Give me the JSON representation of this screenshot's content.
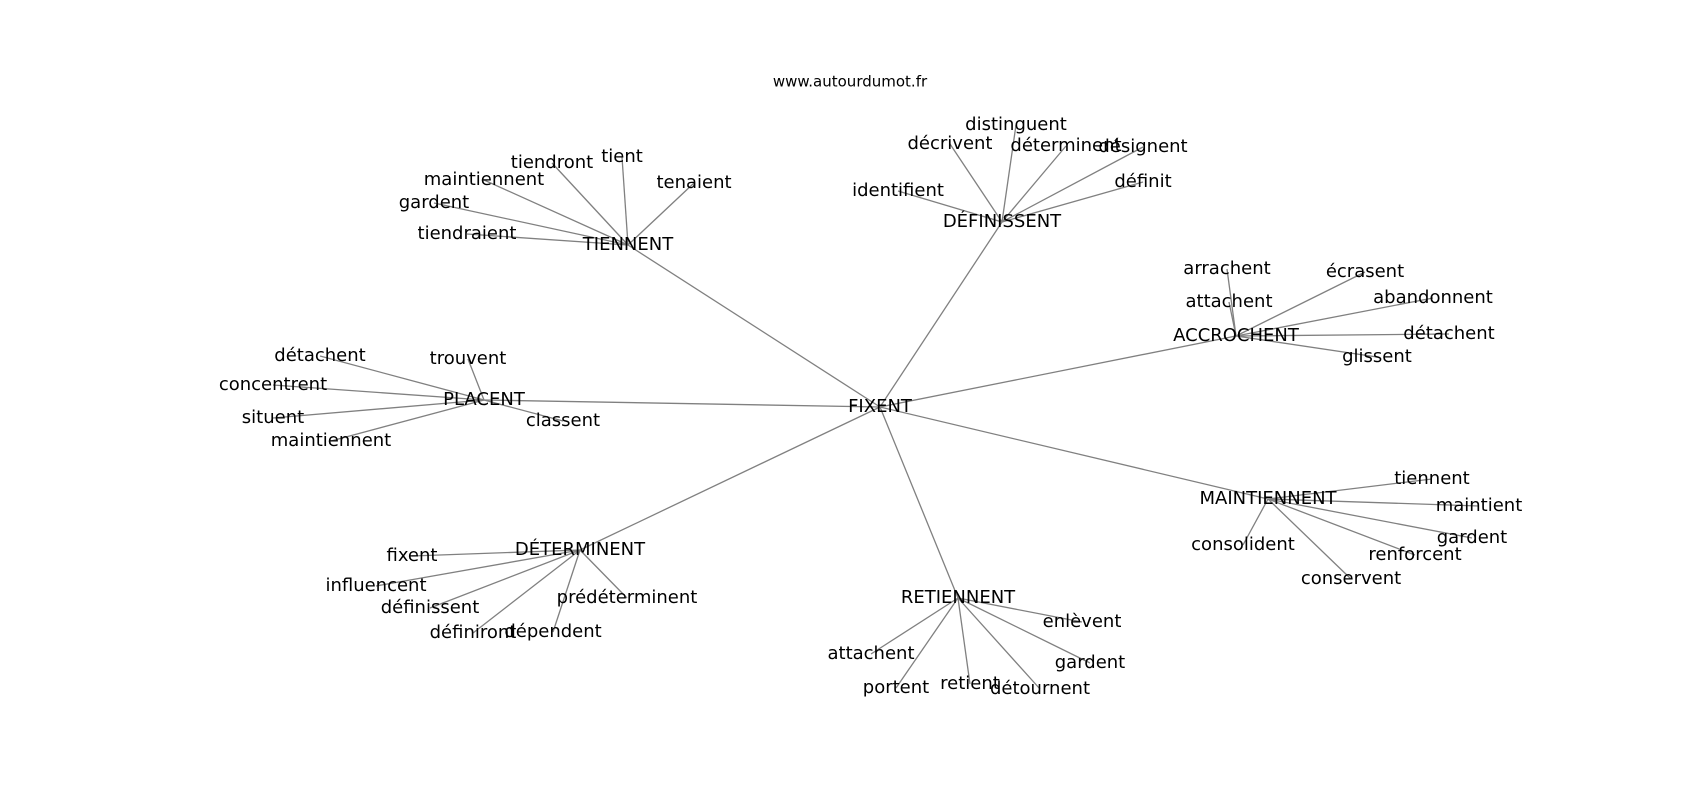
{
  "source": "www.autourdumot.fr",
  "center": {
    "id": "fixent",
    "label": "FIXENT"
  },
  "hubs": [
    {
      "id": "tiennent",
      "label": "TIENNENT",
      "leaves": [
        {
          "id": "tiendront",
          "label": "tiendront"
        },
        {
          "id": "tient",
          "label": "tient"
        },
        {
          "id": "tenaient",
          "label": "tenaient"
        },
        {
          "id": "maintiennent",
          "label": "maintiennent"
        },
        {
          "id": "gardent",
          "label": "gardent"
        },
        {
          "id": "tiendraient",
          "label": "tiendraient"
        }
      ]
    },
    {
      "id": "definissent",
      "label": "DÉFINISSENT",
      "leaves": [
        {
          "id": "distinguent",
          "label": "distinguent"
        },
        {
          "id": "decrivent",
          "label": "décrivent"
        },
        {
          "id": "determinent",
          "label": "déterminent"
        },
        {
          "id": "designent",
          "label": "désignent"
        },
        {
          "id": "identifient",
          "label": "identifient"
        },
        {
          "id": "definit",
          "label": "définit"
        }
      ]
    },
    {
      "id": "accrochent",
      "label": "ACCROCHENT",
      "leaves": [
        {
          "id": "arrachent",
          "label": "arrachent"
        },
        {
          "id": "ecrasent",
          "label": "écrasent"
        },
        {
          "id": "attachent",
          "label": "attachent"
        },
        {
          "id": "abandonnent",
          "label": "abandonnent"
        },
        {
          "id": "detachent",
          "label": "détachent"
        },
        {
          "id": "glissent",
          "label": "glissent"
        }
      ]
    },
    {
      "id": "placent",
      "label": "PLACENT",
      "leaves": [
        {
          "id": "detachent",
          "label": "détachent"
        },
        {
          "id": "trouvent",
          "label": "trouvent"
        },
        {
          "id": "concentrent",
          "label": "concentrent"
        },
        {
          "id": "situent",
          "label": "situent"
        },
        {
          "id": "classent",
          "label": "classent"
        },
        {
          "id": "maintiennent",
          "label": "maintiennent"
        }
      ]
    },
    {
      "id": "maintiennent",
      "label": "MAINTIENNENT",
      "leaves": [
        {
          "id": "tiennent",
          "label": "tiennent"
        },
        {
          "id": "maintient",
          "label": "maintient"
        },
        {
          "id": "gardent",
          "label": "gardent"
        },
        {
          "id": "consolident",
          "label": "consolident"
        },
        {
          "id": "renforcent",
          "label": "renforcent"
        },
        {
          "id": "conservent",
          "label": "conservent"
        }
      ]
    },
    {
      "id": "determinent",
      "label": "DÉTERMINENT",
      "leaves": [
        {
          "id": "fixent",
          "label": "fixent"
        },
        {
          "id": "influencent",
          "label": "influencent"
        },
        {
          "id": "definissent",
          "label": "définissent"
        },
        {
          "id": "predeterminent",
          "label": "prédéterminent"
        },
        {
          "id": "definiront",
          "label": "définiront"
        },
        {
          "id": "dependent",
          "label": "dépendent"
        }
      ]
    },
    {
      "id": "retiennent",
      "label": "RETIENNENT",
      "leaves": [
        {
          "id": "enlevent",
          "label": "enlèvent"
        },
        {
          "id": "attachent",
          "label": "attachent"
        },
        {
          "id": "gardent",
          "label": "gardent"
        },
        {
          "id": "portent",
          "label": "portent"
        },
        {
          "id": "retient",
          "label": "retient"
        },
        {
          "id": "detournent",
          "label": "détournent"
        }
      ]
    }
  ]
}
